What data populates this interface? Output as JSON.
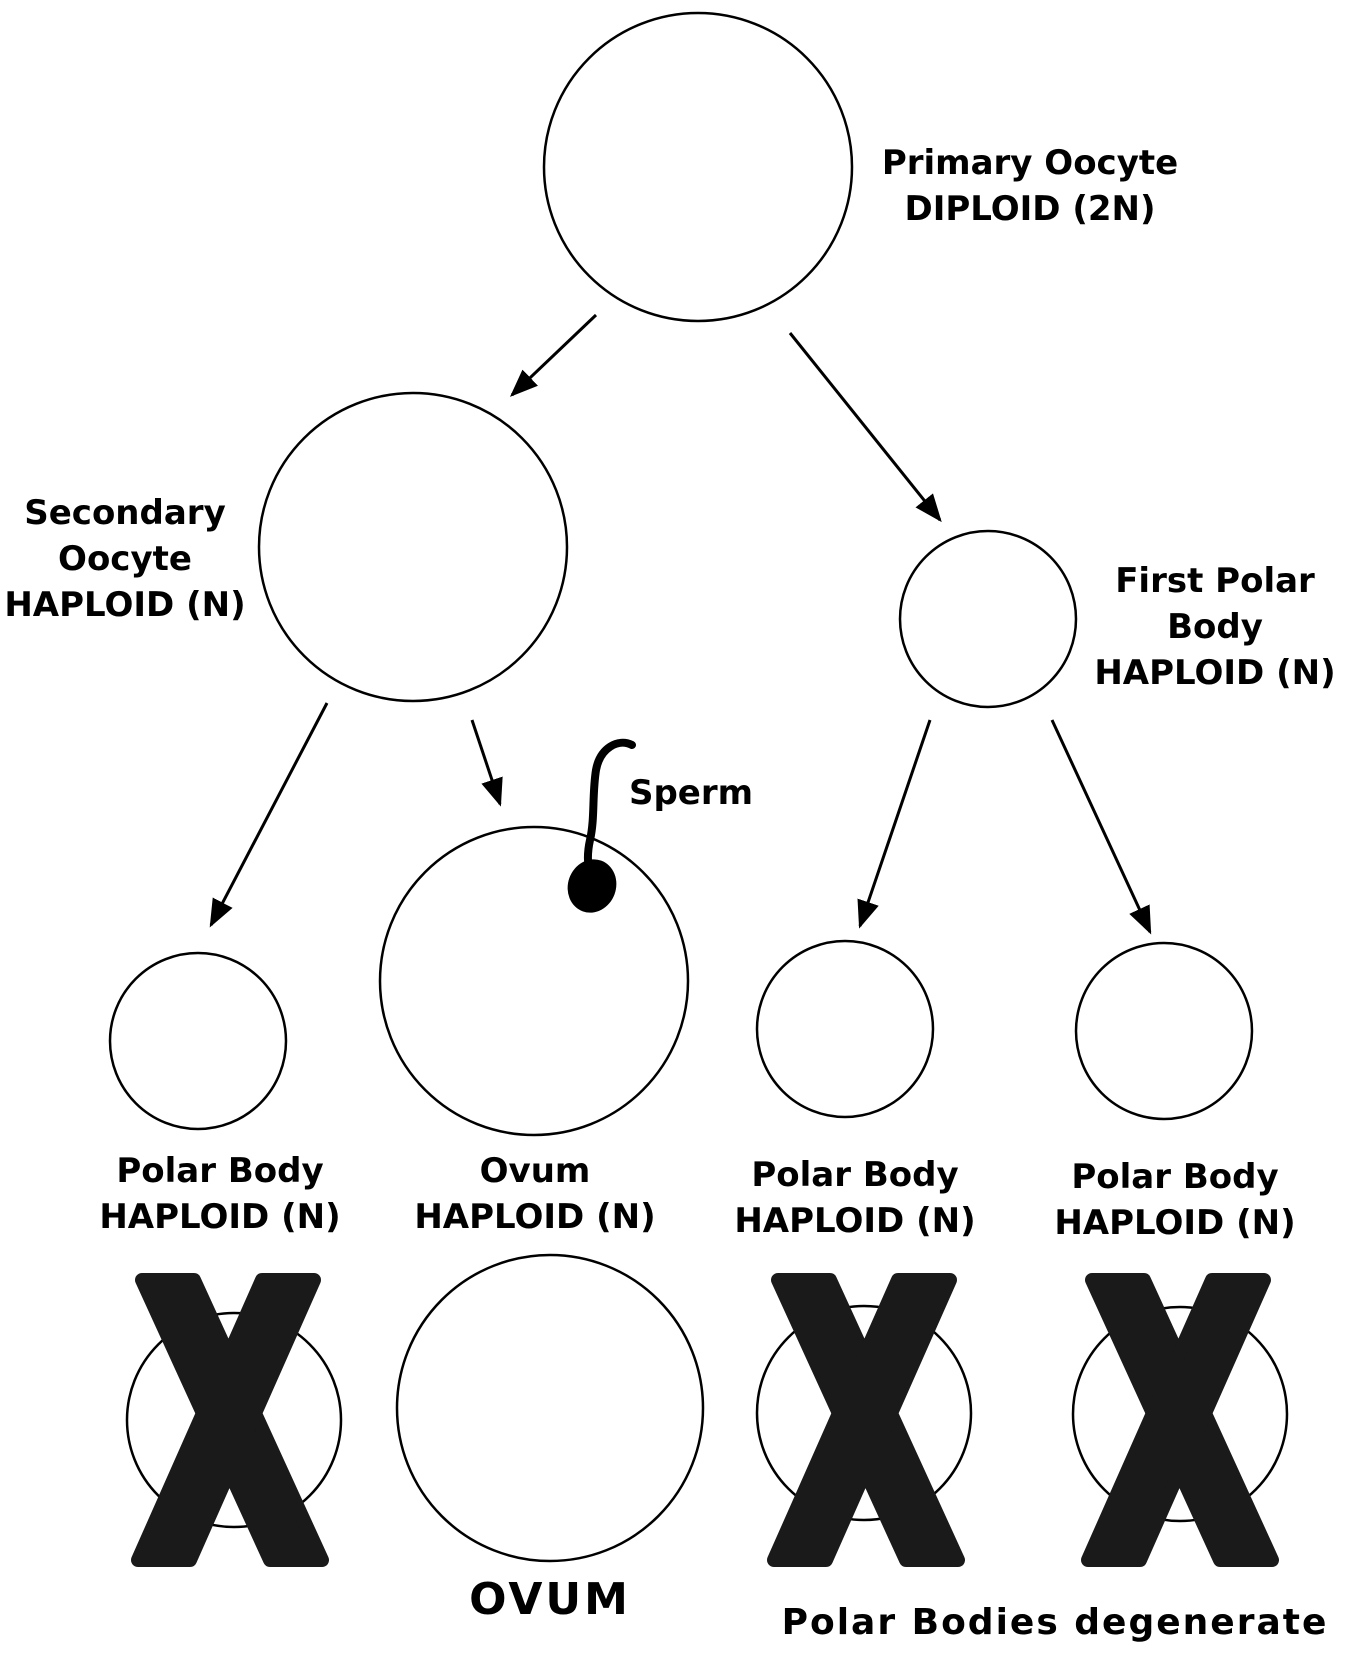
{
  "colors": {
    "ink": "#000000",
    "background": "#ffffff"
  },
  "labels": {
    "primary_oocyte": {
      "name": "Primary Oocyte",
      "ploidy": "DIPLOID (2N)"
    },
    "secondary_oocyte": {
      "line1": "Secondary",
      "line2": "Oocyte",
      "ploidy": "HAPLOID (N)"
    },
    "first_polar_body": {
      "line1": "First Polar",
      "line2": "Body",
      "ploidy": "HAPLOID (N)"
    },
    "sperm": "Sperm",
    "polar_body_1": {
      "name": "Polar Body",
      "ploidy": "HAPLOID (N)"
    },
    "ovum": {
      "name": "Ovum",
      "ploidy": "HAPLOID (N)"
    },
    "polar_body_2": {
      "name": "Polar Body",
      "ploidy": "HAPLOID (N)"
    },
    "polar_body_3": {
      "name": "Polar Body",
      "ploidy": "HAPLOID (N)"
    },
    "ovum_final": "OVUM",
    "degenerate_note": "Polar Bodies degenerate"
  },
  "icons": {
    "cross": "x-mark-icon",
    "sperm": "sperm-icon",
    "arrow": "arrow-icon"
  }
}
